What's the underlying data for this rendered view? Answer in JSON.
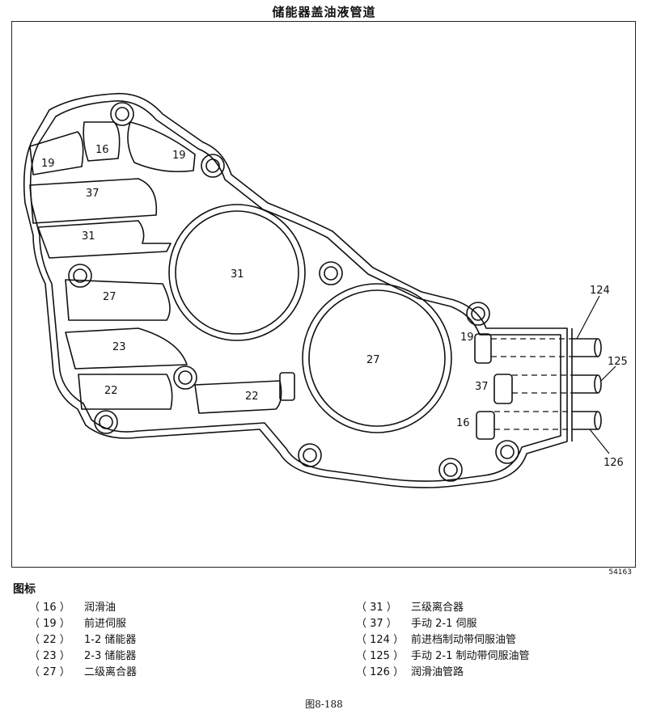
{
  "title": "储能器盖油液管道",
  "figure_code": "54163",
  "diagram": {
    "passage_labels": {
      "p16": "16",
      "p19a": "19",
      "p19b": "19",
      "p37": "37",
      "p31a": "31",
      "p31b": "31",
      "p27a": "27",
      "p27b": "27",
      "p23": "23",
      "p22a": "22",
      "p22b": "22",
      "p19c": "19",
      "p37b": "37",
      "p16b": "16"
    },
    "callouts": {
      "c124": "124",
      "c125": "125",
      "c126": "126"
    }
  },
  "legend": {
    "heading": "图标",
    "left": [
      {
        "code": "（ 16 ）",
        "label": "润滑油"
      },
      {
        "code": "（ 19 ）",
        "label": "前进伺服"
      },
      {
        "code": "（ 22 ）",
        "label": "1-2 储能器"
      },
      {
        "code": "（ 23 ）",
        "label": "2-3 储能器"
      },
      {
        "code": "（ 27 ）",
        "label": "二级离合器"
      }
    ],
    "right": [
      {
        "code": "（ 31 ）",
        "label": "三级离合器"
      },
      {
        "code": "（ 37 ）",
        "label": "手动 2-1 伺服"
      },
      {
        "code": "（ 124 ）",
        "label": "前进档制动带伺服油管"
      },
      {
        "code": "（ 125 ）",
        "label": "手动 2-1 制动带伺服油管"
      },
      {
        "code": "（ 126 ）",
        "label": "润滑油管路"
      }
    ]
  },
  "caption": "图8-188"
}
